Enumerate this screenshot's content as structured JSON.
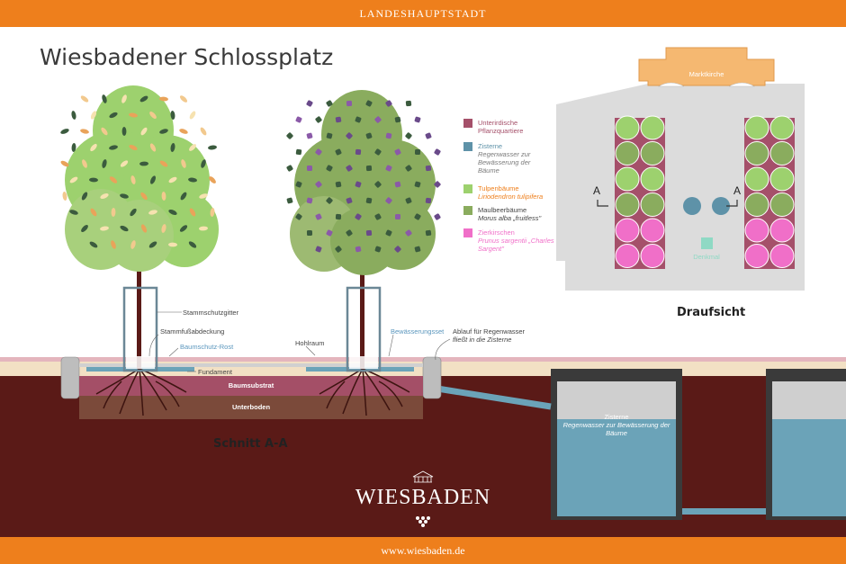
{
  "header": {
    "text": "LANDESHAUPTSTADT"
  },
  "footer": {
    "url": "www.wiesbaden.de"
  },
  "title": "Wiesbadener Schlossplatz",
  "brand": "WIESBADEN",
  "colors": {
    "orange": "#ee7f1c",
    "soil_dark": "#5a1a17",
    "substrate": "#a44f67",
    "subsoil": "#7b4a3a",
    "cistern_water": "#6ba3b8",
    "tulip_tree": "#9dd16e",
    "mulberry": "#8aac5e",
    "cherry": "#f06fc8",
    "quarters": "#a5506a",
    "monument": "#8fd9c4"
  },
  "legend": [
    {
      "key": "quarters",
      "title": "Unterirdische Pflanzquartiere",
      "sub": ""
    },
    {
      "key": "cistern",
      "title": "Zisterne",
      "sub": "Regenwasser zur Bewässerung der Bäume"
    },
    {
      "key": "tulip",
      "title": "Tulpenbäume",
      "sub": "Liriodendron tulipifera"
    },
    {
      "key": "mulberry",
      "title": "Maulbeerbäume",
      "sub": "Morus alba „fruitless\""
    },
    {
      "key": "cherry",
      "title": "Zierkirschen",
      "sub": "Prunus sargentii „Charles Sargent\""
    }
  ],
  "plan": {
    "church": "Marktkirche",
    "monument": "Denkmal",
    "section_mark": "A",
    "heading": "Draufsicht"
  },
  "section": {
    "heading": "Schnitt A-A",
    "labels": {
      "stammschutzgitter": "Stammschutzgitter",
      "stammfuss": "Stammfußabdeckung",
      "rost": "Baumschutz-Rost",
      "fundament": "Fundament",
      "hohlraum": "Hohlraum",
      "bewaesserung": "Bewässerungsset",
      "ablauf_1": "Ablauf für Regenwasser",
      "ablauf_2": "fließt in die Zisterne",
      "baumsubstrat": "Baumsubstrat",
      "unterboden": "Unterboden"
    },
    "cistern_title": "Zisterne",
    "cistern_text": "Regenwasser zur Bewässerung der Bäume"
  }
}
